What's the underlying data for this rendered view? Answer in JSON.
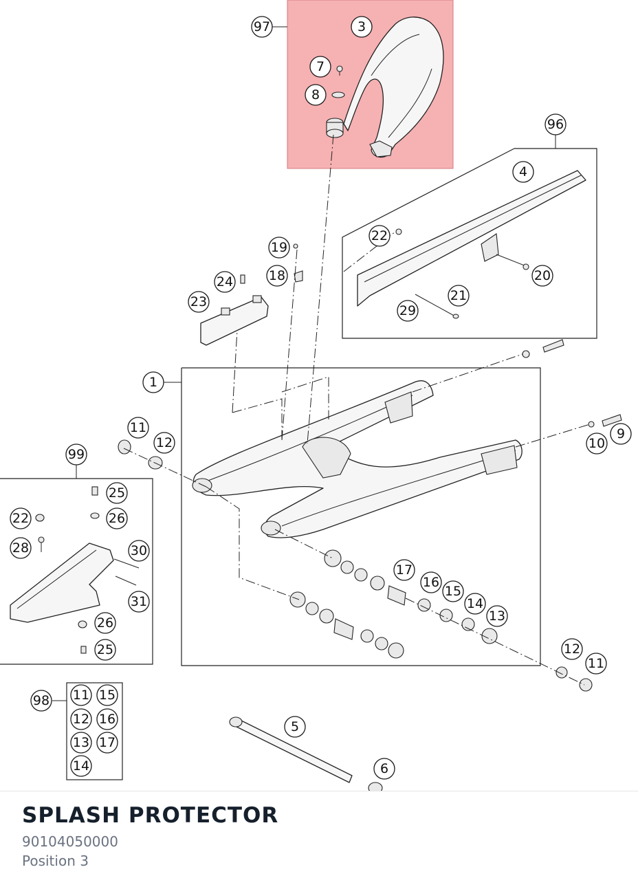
{
  "part": {
    "name": "SPLASH PROTECTOR",
    "number": "90104050000",
    "position": "Position 3"
  },
  "highlight_color": "#f4a3a6",
  "callouts": {
    "c97": "97",
    "c3": "3",
    "c7": "7",
    "c8": "8",
    "c96": "96",
    "c4": "4",
    "c22a": "22",
    "c20": "20",
    "c21": "21",
    "c29": "29",
    "c19": "19",
    "c18": "18",
    "c24": "24",
    "c23": "23",
    "c1": "1",
    "c11a": "11",
    "c12a": "12",
    "c10": "10",
    "c9": "9",
    "c99": "99",
    "c25a": "25",
    "c26a": "26",
    "c22b": "22",
    "c28": "28",
    "c30": "30",
    "c31": "31",
    "c26b": "26",
    "c25b": "25",
    "c17": "17",
    "c16": "16",
    "c15": "15",
    "c14": "14",
    "c13": "13",
    "c12b": "12",
    "c11b": "11",
    "c98": "98",
    "k11": "11",
    "k15": "15",
    "k12": "12",
    "k16": "16",
    "k13": "13",
    "k17": "17",
    "k14": "14",
    "c5": "5",
    "c6": "6"
  }
}
